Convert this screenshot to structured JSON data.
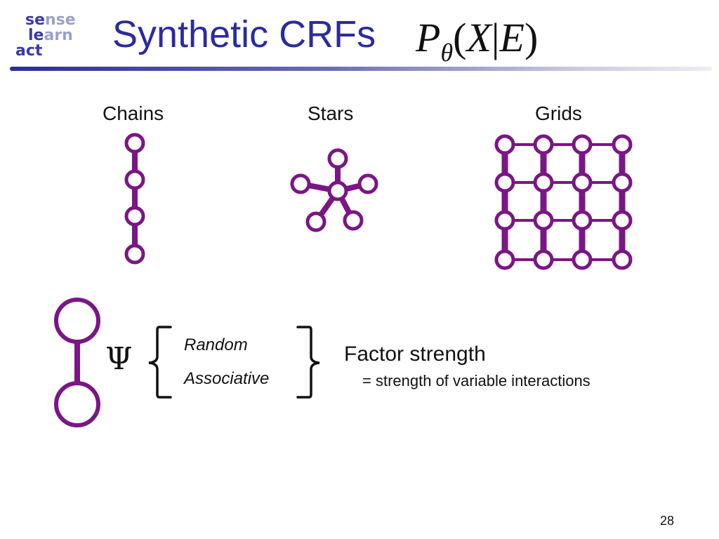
{
  "slide": {
    "title": "Synthetic CRFs",
    "formula": {
      "p": "P",
      "subscript": "θ",
      "open": "(",
      "x": "X",
      "bar": "|",
      "e": "E",
      "close": ")"
    },
    "page_number": "28"
  },
  "logo": {
    "line1_dark": "se",
    "line1_light": "nse",
    "line2_dark": "le",
    "line2_light": "arn",
    "line3_dark": "act"
  },
  "graphs": {
    "chains_label": "Chains",
    "stars_label": "Stars",
    "grids_label": "Grids"
  },
  "factor": {
    "symbol": "Ψ",
    "options": [
      "Random",
      "Associative"
    ],
    "heading": "Factor strength",
    "description": "= strength of variable interactions"
  },
  "colors": {
    "node": "#7a1685",
    "title": "#2b2b9e"
  }
}
